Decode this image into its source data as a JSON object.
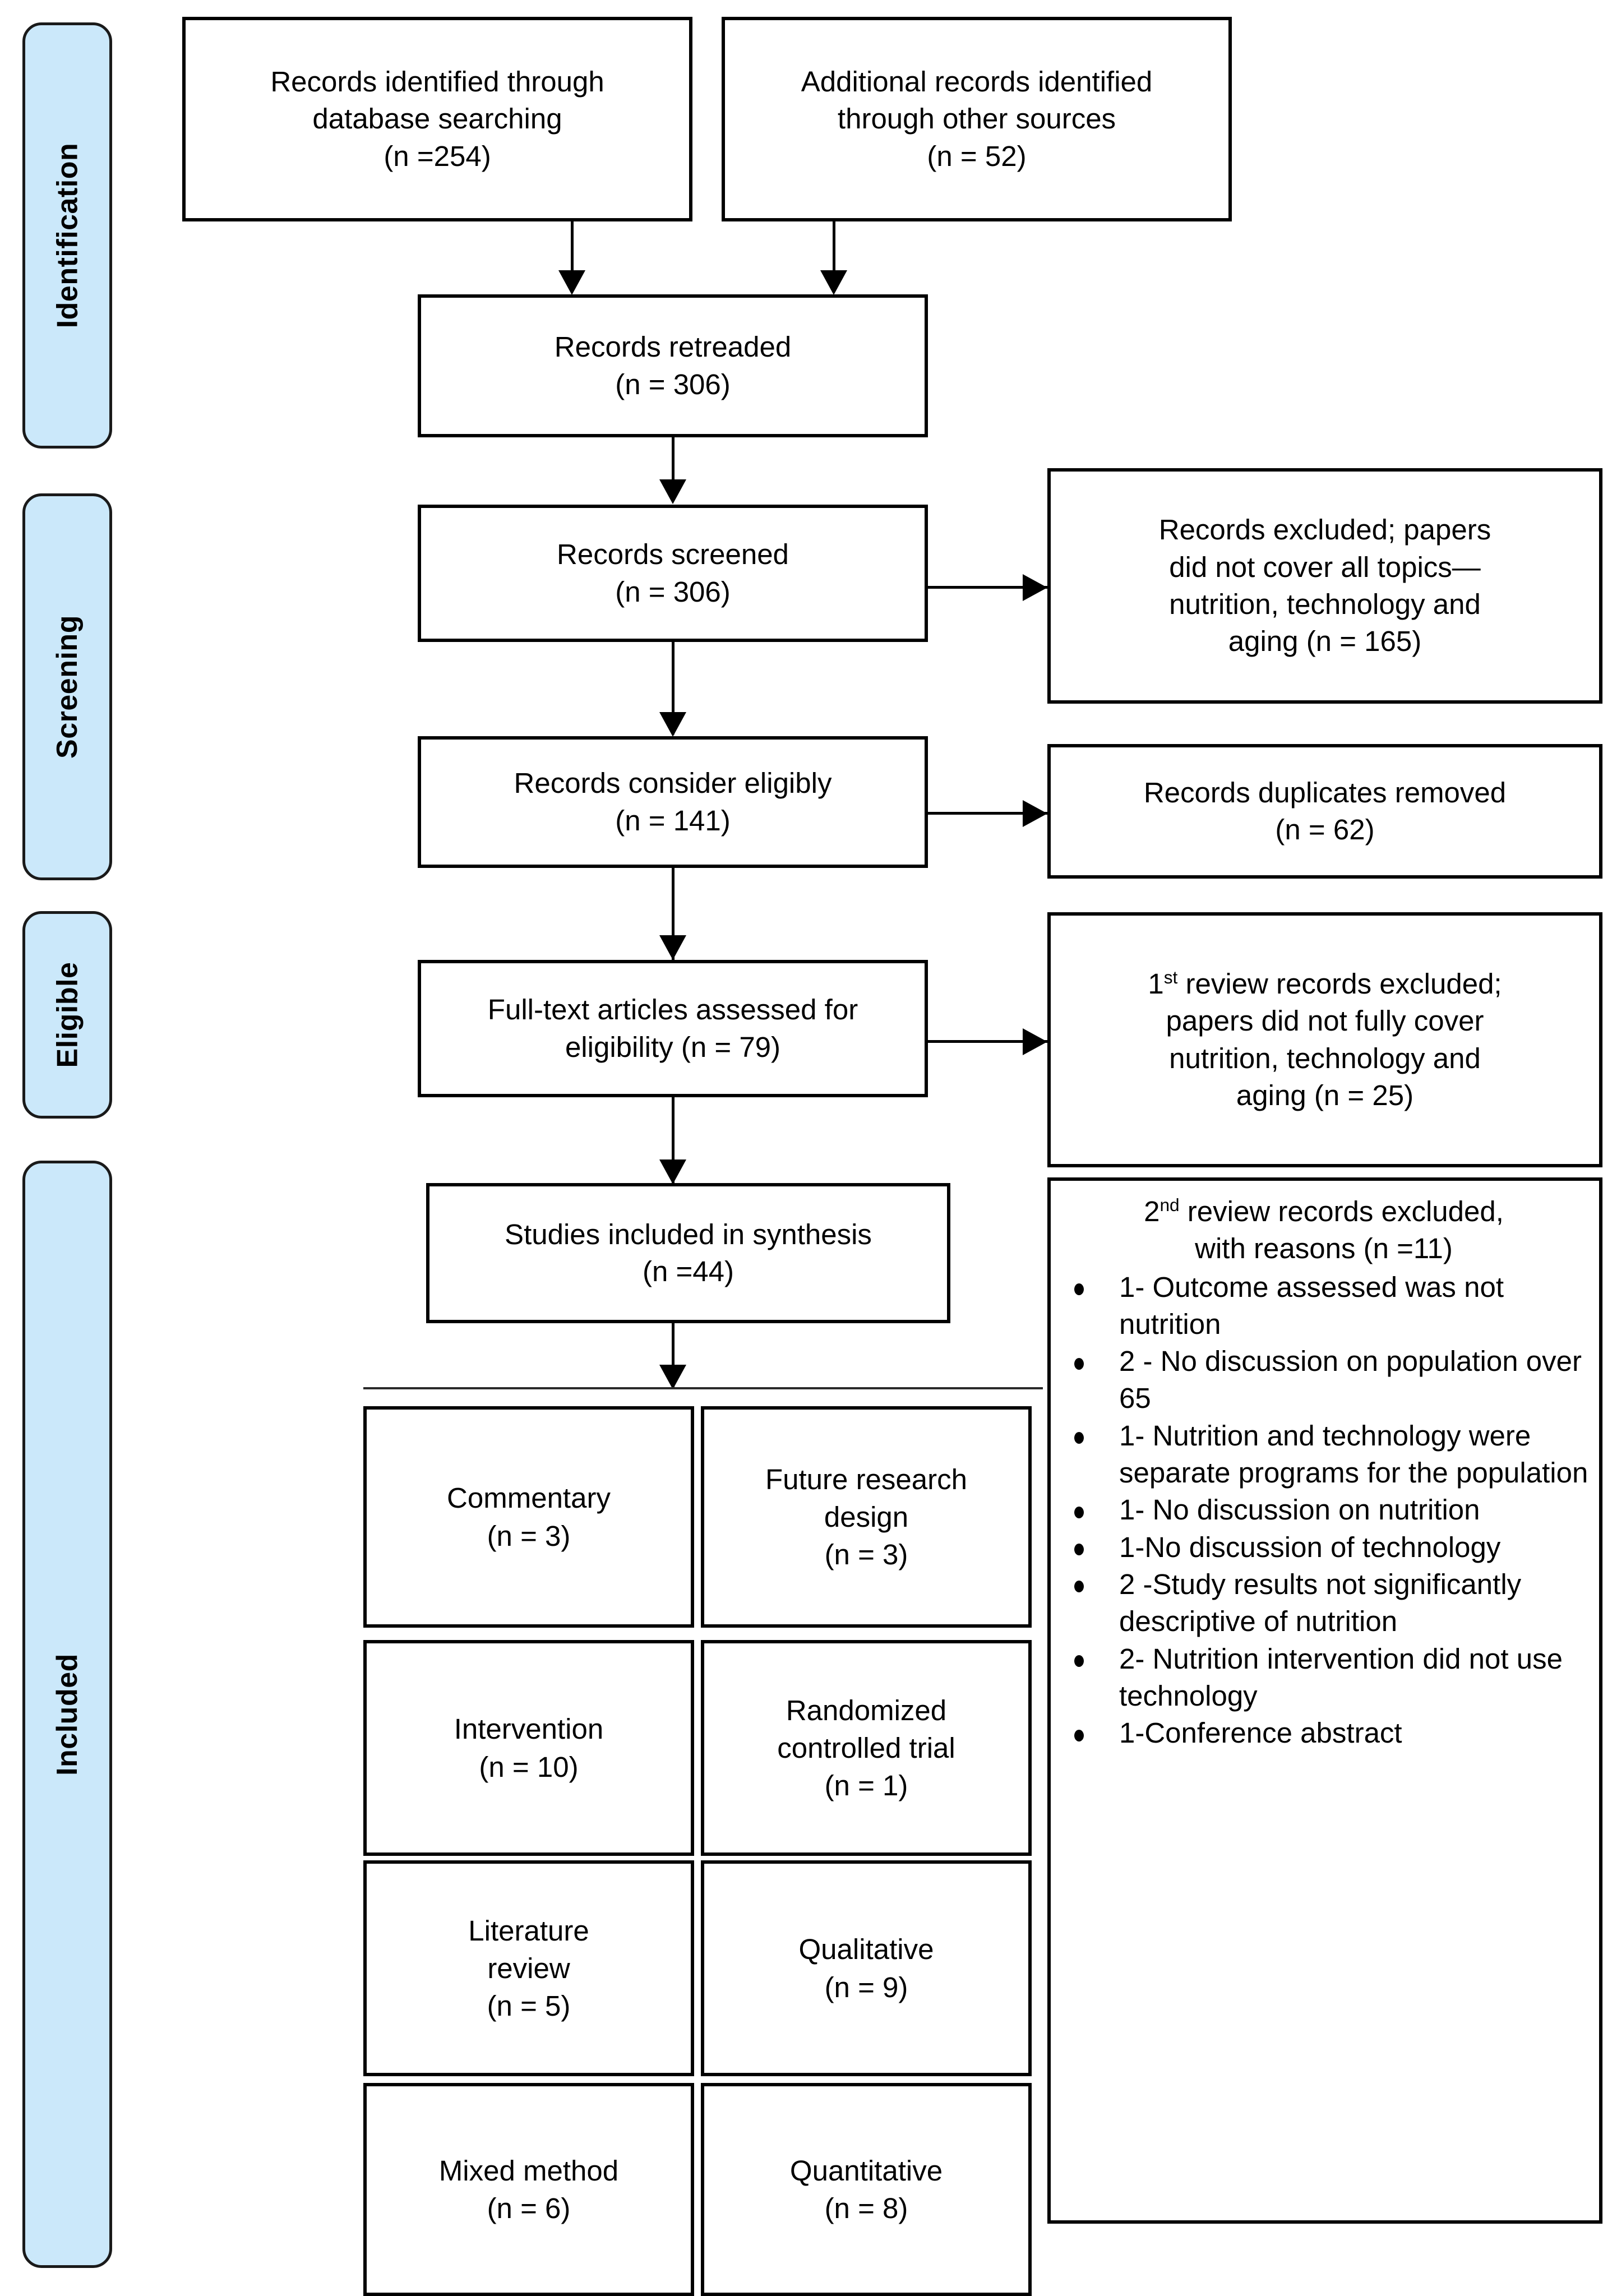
{
  "diagram": {
    "type": "prisma-flow-diagram",
    "stages": [
      {
        "id": "identification",
        "label": "Identification"
      },
      {
        "id": "screening",
        "label": "Screening"
      },
      {
        "id": "eligible",
        "label": "Eligible"
      },
      {
        "id": "included",
        "label": "Included"
      }
    ],
    "boxes": {
      "db_search": "Records identified through\ndatabase searching\n(n =254)",
      "other_sources": "Additional records identified\nthrough other sources\n(n = 52)",
      "retreaded": "Records retreaded\n(n = 306)",
      "screened": "Records screened\n(n = 306)",
      "excluded_topics": "Records excluded; papers\ndid not cover all topics—\nnutrition, technology and\naging (n = 165)",
      "consider_eligibly": "Records consider eligibly\n(n = 141)",
      "duplicates_removed": "Records duplicates removed\n(n = 62)",
      "fulltext_assessed": "Full-text articles assessed for\neligibility (n = 79)",
      "first_review_excluded_pre": "1",
      "first_review_excluded_sup": "st",
      "first_review_excluded_post": " review records excluded;\npapers did not fully cover\nnutrition, technology and\naging (n = 25)",
      "studies_included": "Studies included in synthesis\n(n =44)"
    },
    "reasons": {
      "head_pre": "2",
      "head_sup": "nd",
      "head_post": " review records excluded,\nwith reasons (n =11)",
      "items": [
        "1- Outcome assessed was not nutrition",
        "2 - No discussion on population over 65",
        "1- Nutrition and technology were separate programs for the population",
        "1- No discussion on nutrition",
        "1-No discussion of technology",
        "2 -Study results not significantly descriptive of nutrition",
        "2- Nutrition intervention did not use technology",
        "1-Conference abstract"
      ]
    },
    "study_types": [
      {
        "id": "commentary",
        "text": "Commentary\n(n = 3)"
      },
      {
        "id": "future-research",
        "text": "Future research\ndesign\n(n = 3)"
      },
      {
        "id": "intervention",
        "text": "Intervention\n(n = 10)"
      },
      {
        "id": "rct",
        "text": "Randomized\ncontrolled trial\n(n = 1)"
      },
      {
        "id": "literature-review",
        "text": "Literature\nreview\n(n = 5)"
      },
      {
        "id": "qualitative",
        "text": "Qualitative\n(n = 9)"
      },
      {
        "id": "mixed-method",
        "text": "Mixed method\n(n = 6)"
      },
      {
        "id": "quantitative",
        "text": "Quantitative\n(n = 8)"
      }
    ],
    "colors": {
      "stage_fill": "#cbe8fa",
      "line": "#000000",
      "box_fill": "#ffffff"
    }
  }
}
